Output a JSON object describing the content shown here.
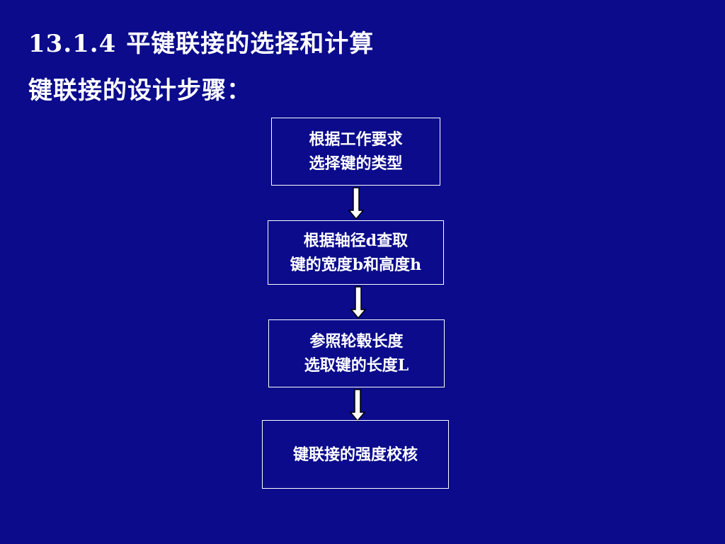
{
  "slide": {
    "section_number": "13.1.4",
    "section_title": "平键联接的选择和计算",
    "subtitle": "键联接的设计步骤："
  },
  "flowchart": {
    "steps": [
      {
        "lines": [
          "根据工作要求",
          "选择键的类型"
        ]
      },
      {
        "lines": [
          "根据轴径d查取",
          "键的宽度b和高度h"
        ]
      },
      {
        "lines": [
          "参照轮毂长度",
          "选取键的长度L"
        ]
      },
      {
        "lines": [
          "键联接的强度校核"
        ]
      }
    ],
    "arrow_icon": "down-arrow-icon"
  },
  "colors": {
    "background": "#0b0b8c",
    "text": "#ffffff",
    "box_border": "#ffffff",
    "arrow_fill": "#ffffff",
    "arrow_stroke": "#000000"
  }
}
